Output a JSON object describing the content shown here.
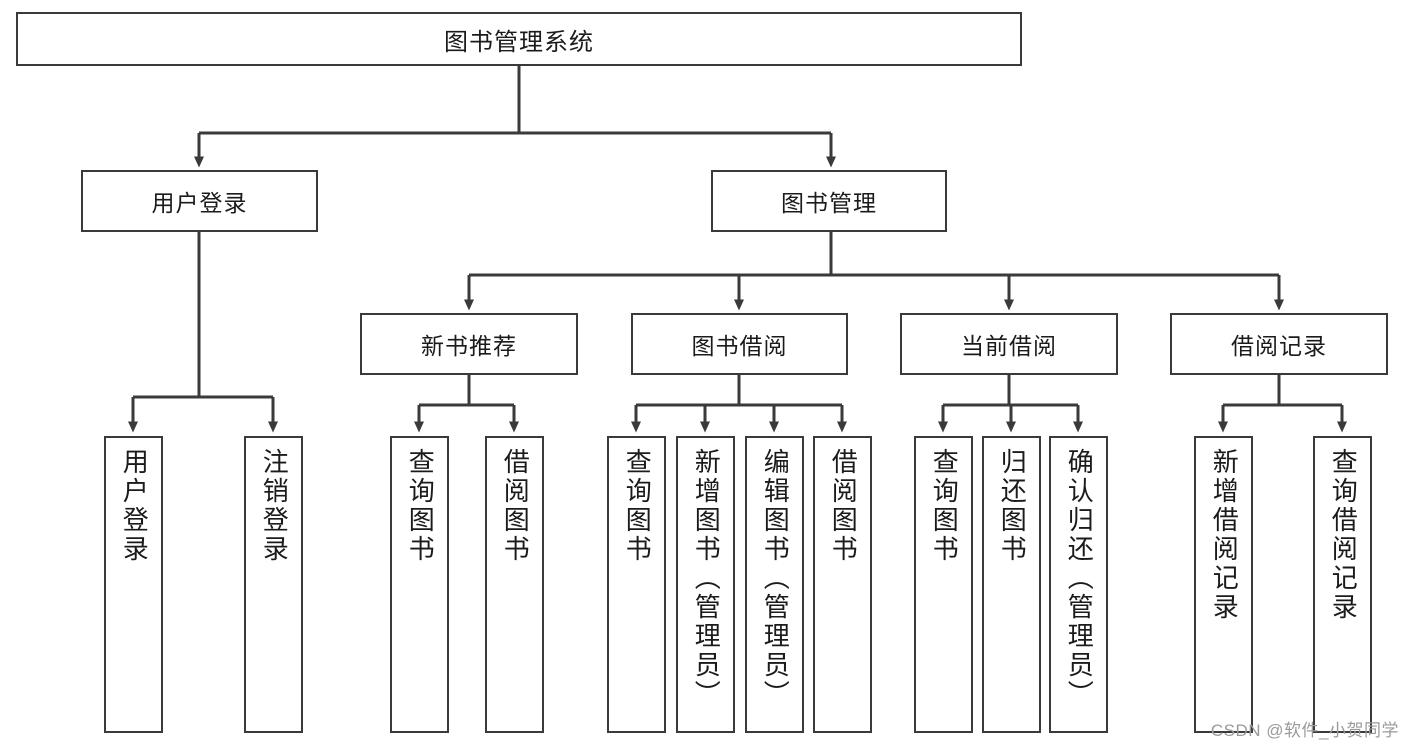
{
  "diagram": {
    "type": "tree",
    "title": "图书管理系统",
    "watermark": "CSDN @软件_小贺同学",
    "colors": {
      "box_border": "#3a3a3a",
      "box_fill": "#ffffff",
      "connector": "#3a3a3a",
      "text": "#1b1b1b",
      "watermark": "#9a9a9a"
    },
    "nodes": {
      "root": {
        "label": "图书管理系统",
        "level": 1
      },
      "l2": [
        {
          "id": "user-login",
          "label": "用户登录",
          "level": 2
        },
        {
          "id": "book-manage",
          "label": "图书管理",
          "level": 2
        }
      ],
      "l3": [
        {
          "id": "new-book-rec",
          "label": "新书推荐",
          "level": 3,
          "parent": "book-manage"
        },
        {
          "id": "book-borrow",
          "label": "图书借阅",
          "level": 3,
          "parent": "book-manage"
        },
        {
          "id": "current-borrow",
          "label": "当前借阅",
          "level": 3,
          "parent": "book-manage"
        },
        {
          "id": "borrow-record",
          "label": "借阅记录",
          "level": 3,
          "parent": "book-manage"
        }
      ],
      "leaves": [
        {
          "id": "leaf-user-login",
          "label": "用户登录",
          "parent": "user-login"
        },
        {
          "id": "leaf-logout",
          "label": "注销登录",
          "parent": "user-login"
        },
        {
          "id": "leaf-query-book-1",
          "label": "查询图书",
          "parent": "new-book-rec"
        },
        {
          "id": "leaf-borrow-book-1",
          "label": "借阅图书",
          "parent": "new-book-rec"
        },
        {
          "id": "leaf-query-book-2",
          "label": "查询图书",
          "parent": "book-borrow"
        },
        {
          "id": "leaf-add-book",
          "label": "新增图书（管理员）",
          "parent": "book-borrow"
        },
        {
          "id": "leaf-edit-book",
          "label": "编辑图书（管理员）",
          "parent": "book-borrow"
        },
        {
          "id": "leaf-borrow-book-2",
          "label": "借阅图书",
          "parent": "book-borrow"
        },
        {
          "id": "leaf-query-book-3",
          "label": "查询图书",
          "parent": "current-borrow"
        },
        {
          "id": "leaf-return-book",
          "label": "归还图书",
          "parent": "current-borrow"
        },
        {
          "id": "leaf-confirm-return",
          "label": "确认归还（管理员）",
          "parent": "current-borrow"
        },
        {
          "id": "leaf-add-record",
          "label": "新增借阅记录",
          "parent": "borrow-record"
        },
        {
          "id": "leaf-query-record",
          "label": "查询借阅记录",
          "parent": "borrow-record"
        }
      ]
    }
  }
}
